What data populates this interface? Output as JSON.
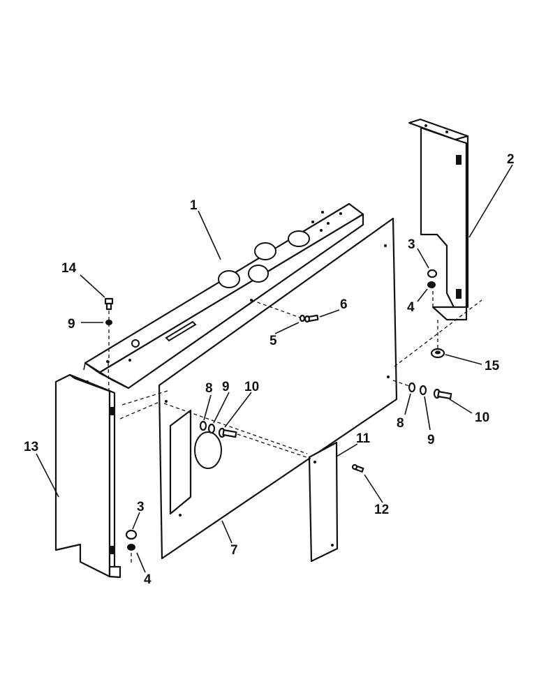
{
  "callouts": {
    "c1": "1",
    "c2": "2",
    "c3a": "3",
    "c3b": "3",
    "c4a": "4",
    "c4b": "4",
    "c5": "5",
    "c6": "6",
    "c7": "7",
    "c8a": "8",
    "c8b": "8",
    "c9a": "9",
    "c9b": "9",
    "c9c": "9",
    "c10a": "10",
    "c10b": "10",
    "c11": "11",
    "c12": "12",
    "c13": "13",
    "c14": "14",
    "c15": "15"
  }
}
